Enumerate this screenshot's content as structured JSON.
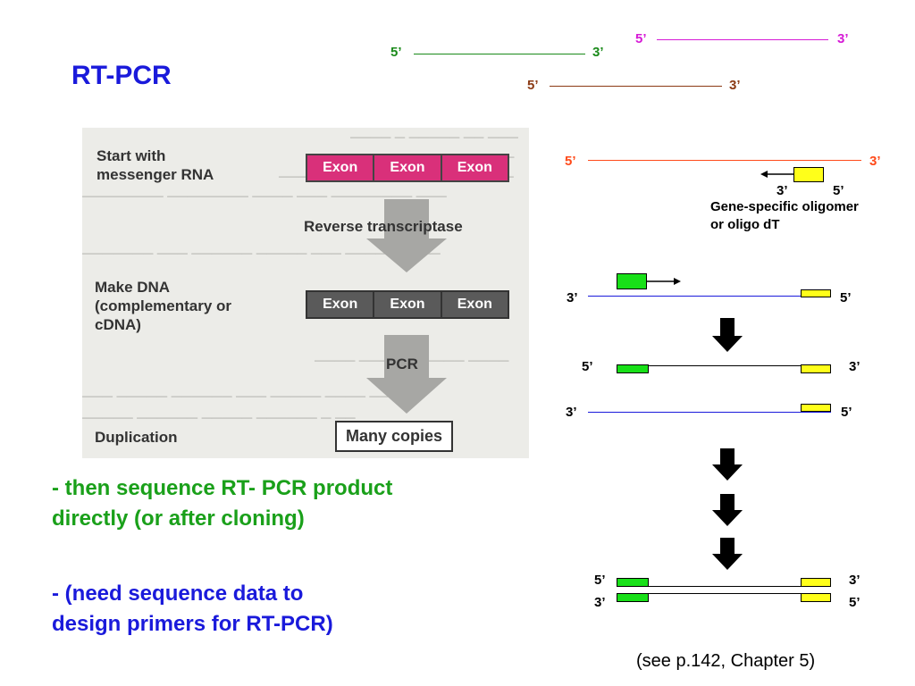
{
  "title": "RT-PCR",
  "figure": {
    "step1": [
      "Start with",
      "messenger RNA"
    ],
    "mrna_exons": [
      "Exon",
      "Exon",
      "Exon"
    ],
    "enzyme": "Reverse transcriptase",
    "step2": [
      "Make DNA",
      "(complementary  or",
      "cDNA)"
    ],
    "cdna_exons": [
      "Exon",
      "Exon",
      "Exon"
    ],
    "pcr_label": "PCR",
    "step3": "Duplication",
    "result": "Many copies"
  },
  "bullets": {
    "b1": [
      "- then sequence RT- PCR product",
      "directly (or after cloning)"
    ],
    "b2": [
      "- (need sequence data to",
      "design primers for RT-PCR)"
    ]
  },
  "diagram": {
    "five_prime": "5’",
    "three_prime": "3’",
    "primer_caption": [
      "Gene-specific oligomer",
      "or oligo dT"
    ]
  },
  "reference": "(see p.142, Chapter 5)",
  "colors": {
    "title": "#1a1adb",
    "bullet": "#1aa01a",
    "mrna_a": "#1a8a1a",
    "mrna_b": "#d61ad6",
    "mrna_c": "#8b3a14",
    "mrna_main": "#ff4a1a",
    "cdna_strand": "#1a1adb",
    "primer_fwd": "#18e018",
    "primer_rev": "#ffff1a"
  }
}
